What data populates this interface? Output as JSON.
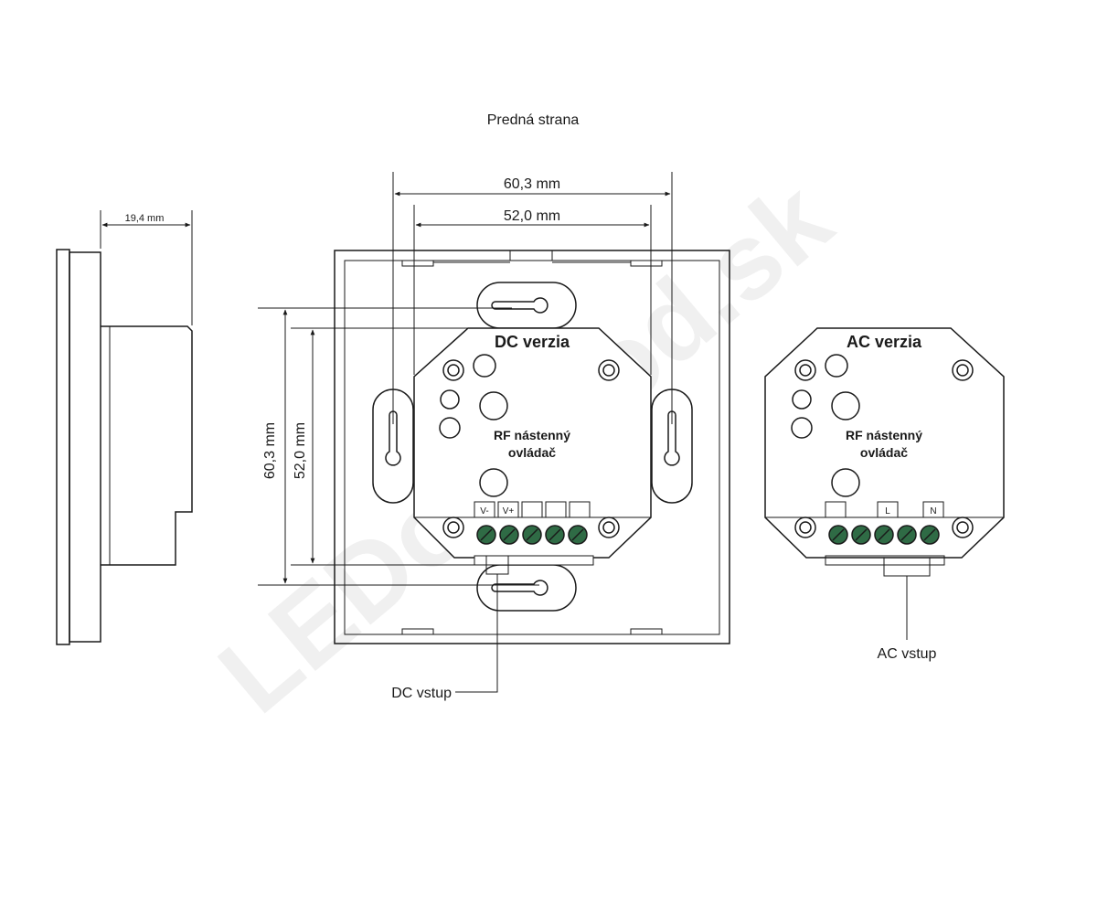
{
  "watermark": "LEDobchod.sk",
  "front_title": "Predná strana",
  "side_view": {
    "depth_label": "19,4 mm"
  },
  "front_view": {
    "outer_width_label": "60,3 mm",
    "inner_width_label": "52,0 mm",
    "outer_height_label": "60,3 mm",
    "inner_height_label": "52,0 mm"
  },
  "dc_module": {
    "title": "DC verzia",
    "desc_line1": "RF nástenný",
    "desc_line2": "ovládač",
    "terminals": [
      "V-",
      "V+",
      "",
      "",
      ""
    ],
    "input_label": "DC vstup"
  },
  "ac_module": {
    "title": "AC verzia",
    "desc_line1": "RF nástenný",
    "desc_line2": "ovládač",
    "terminals": [
      "",
      "L",
      "N"
    ],
    "input_label": "AC vstup"
  },
  "colors": {
    "line": "#1a1a1a",
    "terminal_fill": "#2f6b45",
    "watermark": "#f0f0f0"
  }
}
